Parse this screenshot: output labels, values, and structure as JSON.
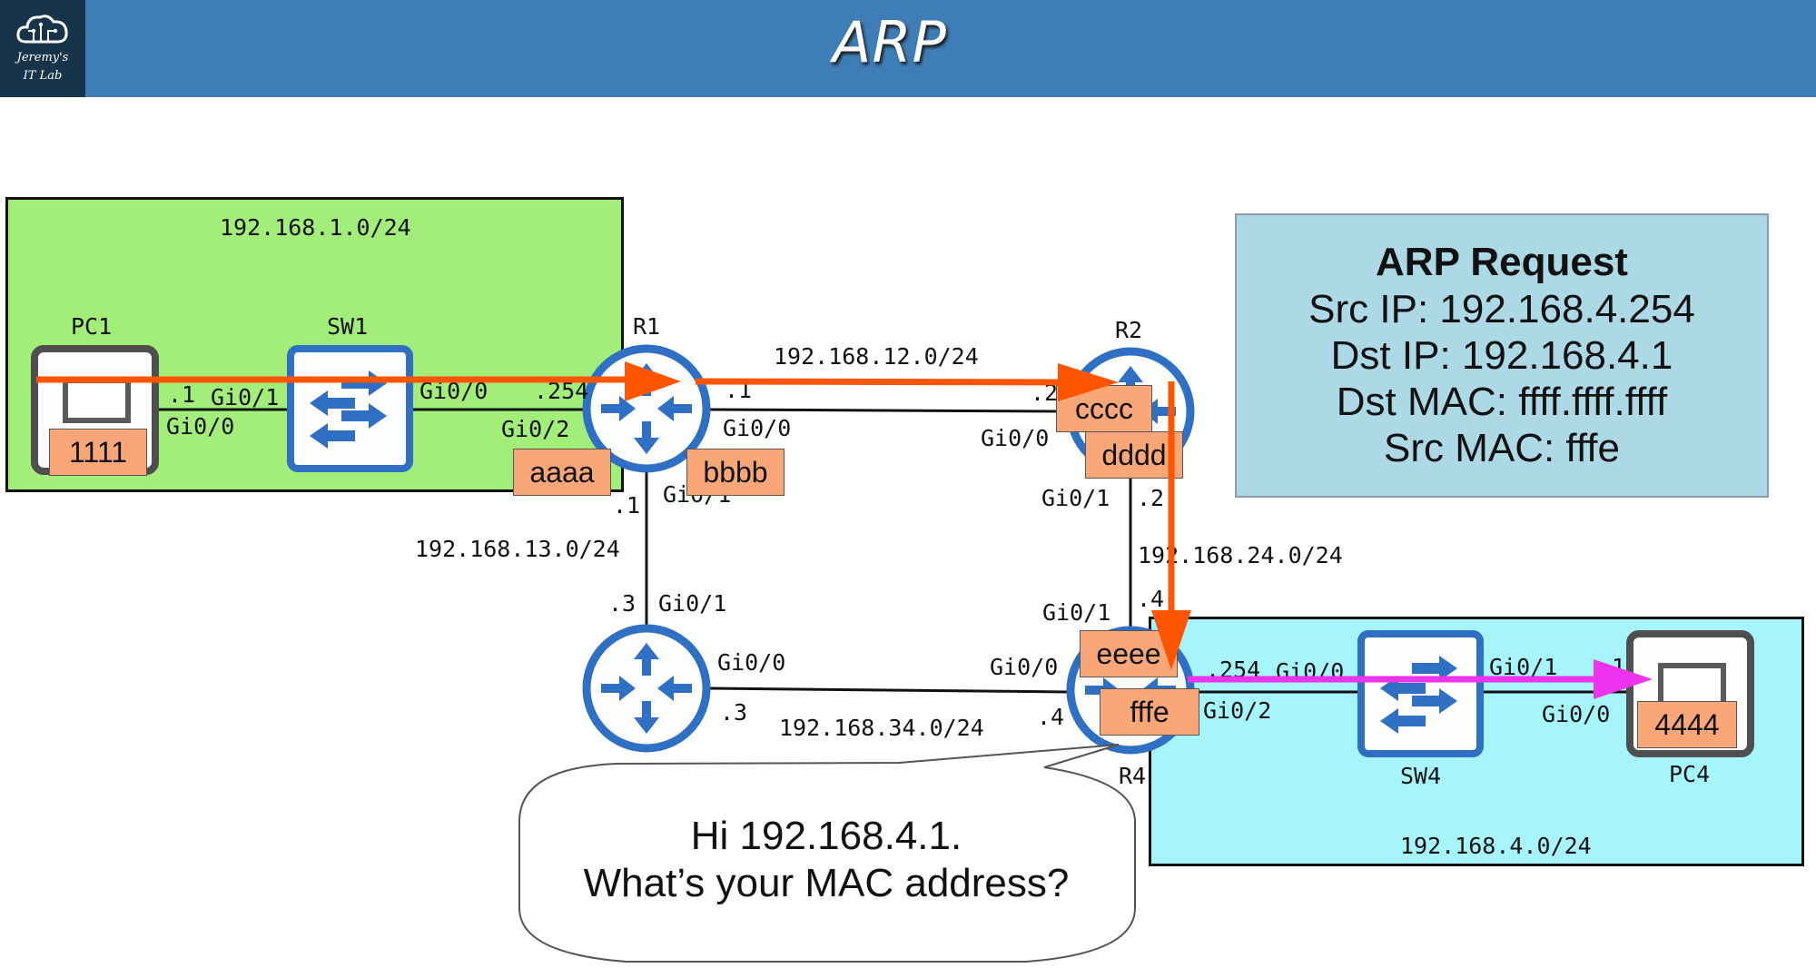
{
  "header": {
    "title": "ARP",
    "logo_line1": "Jeremy's",
    "logo_line2": "IT Lab",
    "logo_icon": "cloud-circuit-icon",
    "background": "#3f7db6"
  },
  "networks": {
    "lan1": "192.168.1.0/24",
    "lan4": "192.168.4.0/24",
    "link12": "192.168.12.0/24",
    "link13": "192.168.13.0/24",
    "link24": "192.168.24.0/24",
    "link34": "192.168.34.0/24"
  },
  "devices": {
    "pc1": {
      "name": "PC1",
      "mac": "1111"
    },
    "sw1": {
      "name": "SW1"
    },
    "r1": {
      "name": "R1",
      "mac_g02": "aaaa",
      "mac_g00": "bbbb"
    },
    "r2": {
      "name": "R2",
      "mac_g00": "cccc",
      "mac_g01": "dddd"
    },
    "r3": {
      "name": ""
    },
    "r4": {
      "name": "R4",
      "mac_g01": "eeee",
      "mac_g02": "fffe"
    },
    "sw4": {
      "name": "SW4"
    },
    "pc4": {
      "name": "PC4",
      "mac": "4444"
    }
  },
  "interfaces": {
    "pc1_g00": "Gi0/0",
    "pc1_ip": ".1",
    "sw1_g01": "Gi0/1",
    "sw1_g00": "Gi0/0",
    "r1_g02": "Gi0/2",
    "r1_ip_lan": ".254",
    "r1_g00": "Gi0/0",
    "r1_ip_12": ".1",
    "r1_g01": "Gi0/1",
    "r1_ip_13": ".1",
    "r2_g00": "Gi0/0",
    "r2_ip_12": ".2",
    "r2_g01": "Gi0/1",
    "r2_ip_24": ".2",
    "r3_g01": "Gi0/1",
    "r3_ip_13": ".3",
    "r3_g00": "Gi0/0",
    "r3_ip_34": ".3",
    "r4_g01": "Gi0/1",
    "r4_ip_24": ".4",
    "r4_g00": "Gi0/0",
    "r4_ip_34": ".4",
    "r4_g02": "Gi0/2",
    "r4_ip_lan": ".254",
    "sw4_g00": "Gi0/0",
    "sw4_g01": "Gi0/1",
    "pc4_g00": "Gi0/0",
    "pc4_ip": ".1"
  },
  "arp_request": {
    "title": "ARP Request",
    "src_ip": "Src IP: 192.168.4.254",
    "dst_ip": "Dst IP: 192.168.4.1",
    "dst_mac": "Dst MAC: ffff.ffff.ffff",
    "src_mac": "Src MAC: fffe"
  },
  "speech_bubble": {
    "line1": "Hi 192.168.4.1.",
    "line2": "What’s your MAC address?"
  },
  "colors": {
    "lan1_zone": "#a3ed7a",
    "lan4_zone": "#a6f4fc",
    "info_box": "#add8e6",
    "mac_badge": "#f9a679",
    "device_blue": "#2f6fc4",
    "path_arrow": "#ff5500",
    "broadcast_arrow": "#ee33ee"
  }
}
